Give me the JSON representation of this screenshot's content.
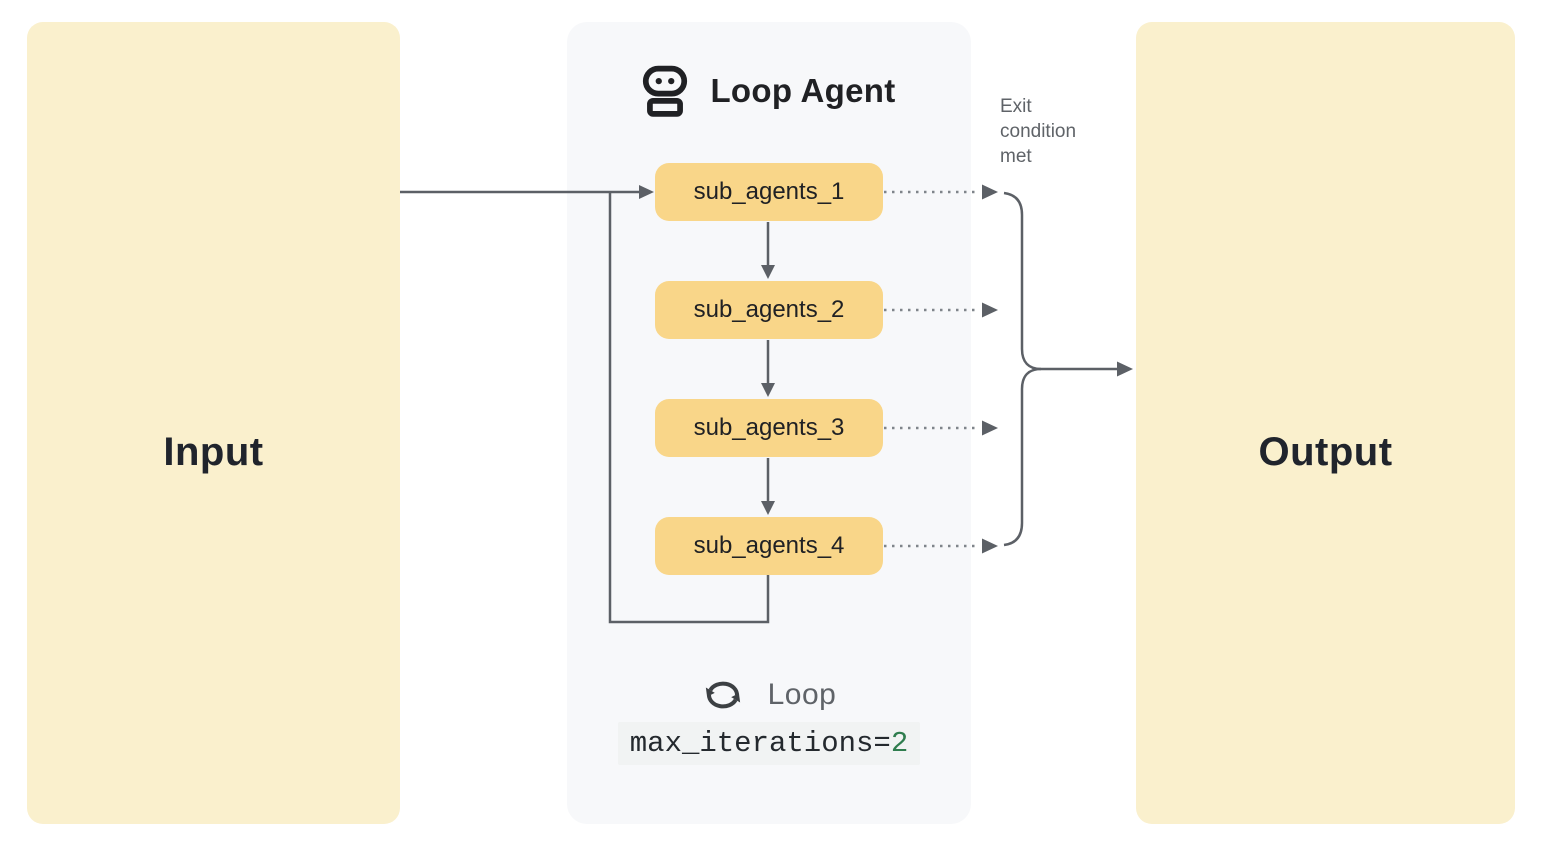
{
  "colors": {
    "line": "#5C6066",
    "dot": "#7F848A",
    "panel": "#F7F8FA",
    "endpoint": "#FAF0CD",
    "agent": "#F9D689",
    "ink": "#202124",
    "muted": "#5F6368",
    "green": "#2F7D4E",
    "codebg": "#F1F3F3",
    "icon": "#3C4043"
  },
  "input_box": {
    "label": "Input"
  },
  "output_box": {
    "label": "Output"
  },
  "loop_agent": {
    "title": "Loop Agent",
    "title_icon": "robot-icon",
    "sub_agents": [
      "sub_agents_1",
      "sub_agents_2",
      "sub_agents_3",
      "sub_agents_4"
    ],
    "loop": {
      "icon": "loop-icon",
      "label": "Loop",
      "code_text": "max_iterations=",
      "code_value": "2"
    }
  },
  "annotations": {
    "exit_condition": "Exit condition met"
  }
}
